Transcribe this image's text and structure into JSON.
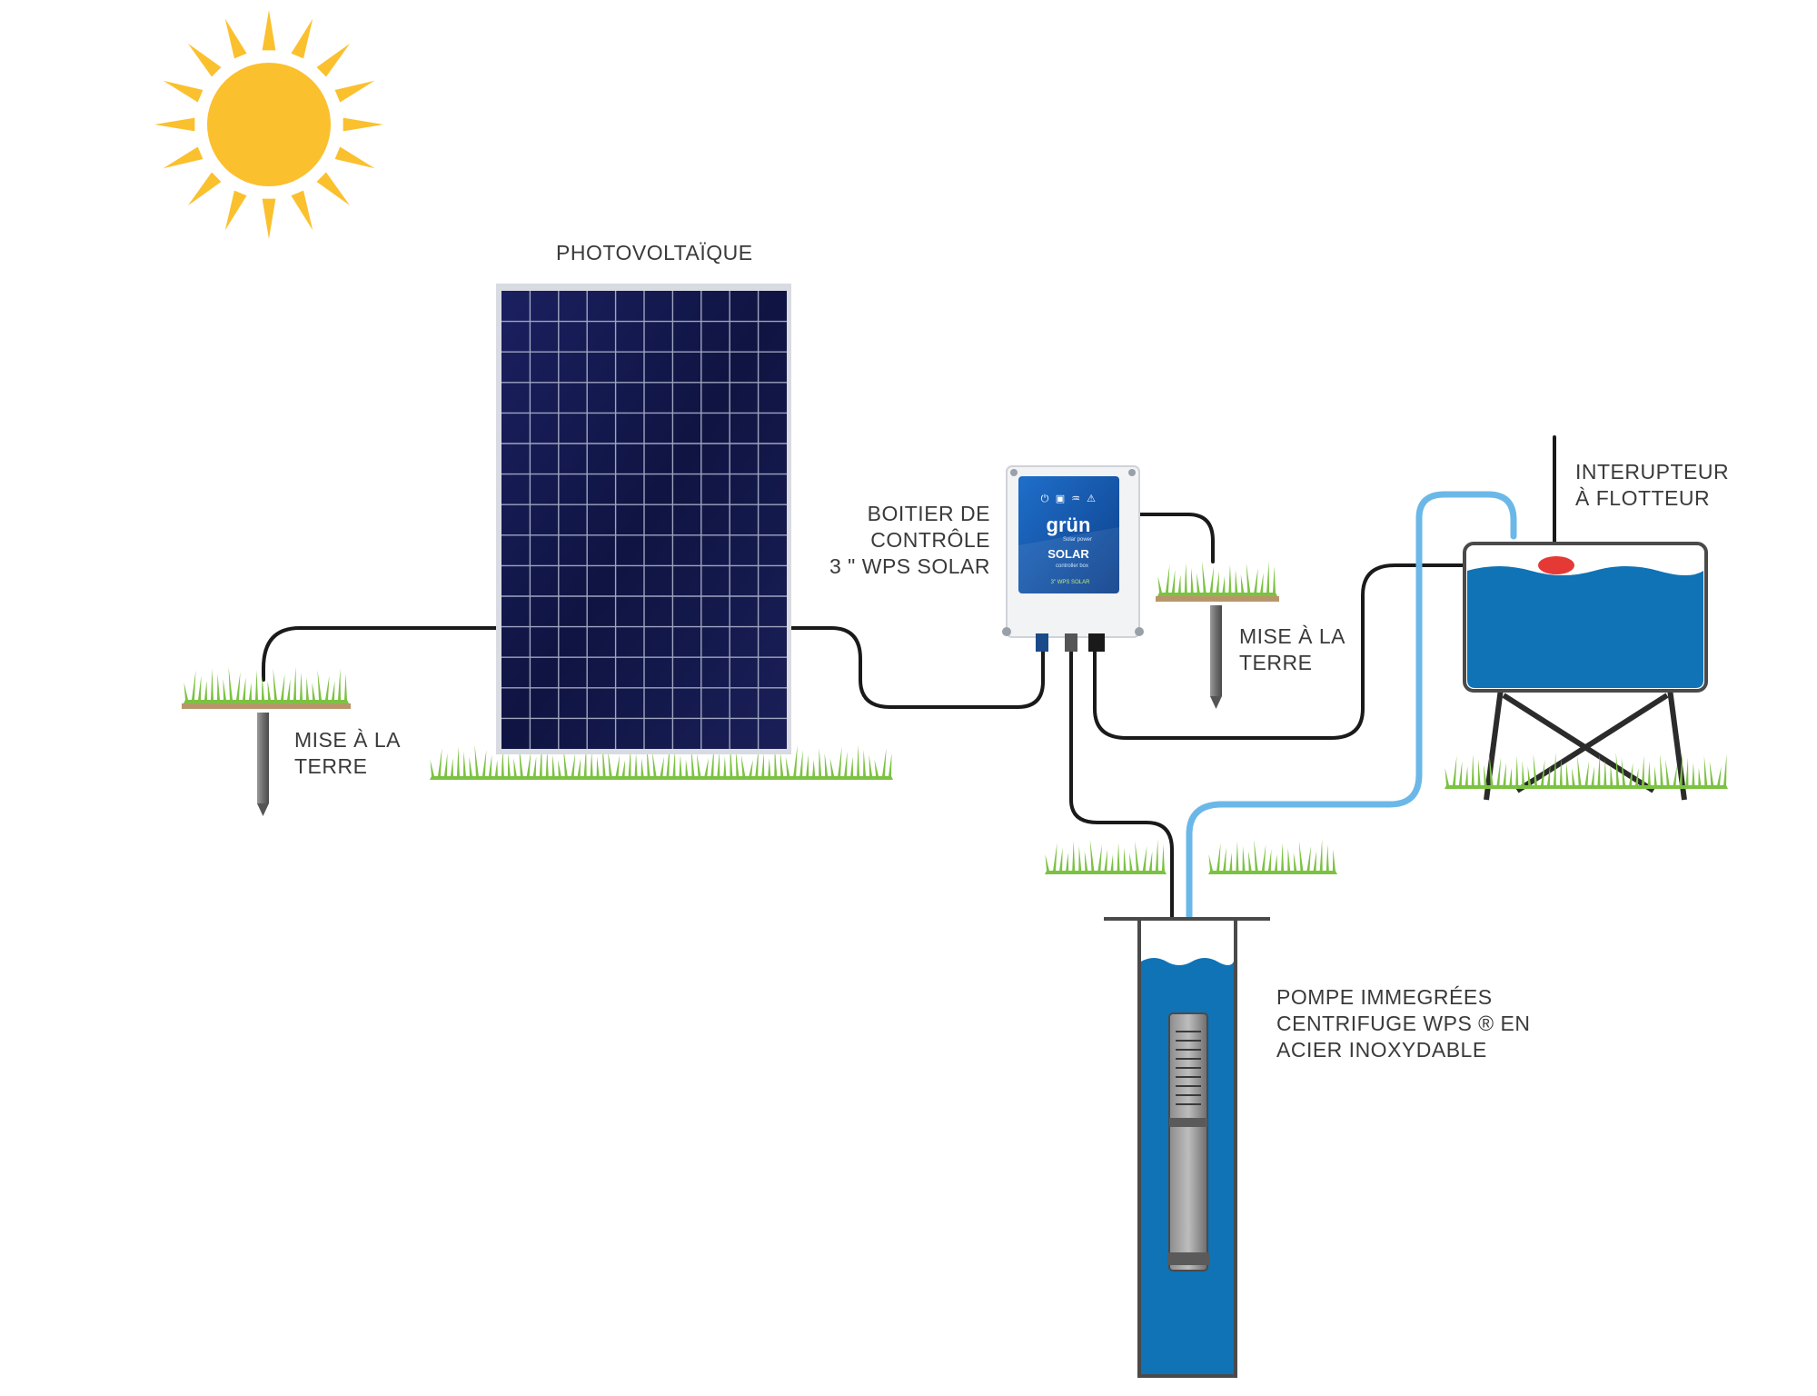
{
  "colors": {
    "sun": "#fbc02d",
    "sun_shade": "#f0a32a",
    "panel": "#14184a",
    "panel_grid": "#b7bdd4",
    "grass": "#7cc242",
    "soil": "#b9966a",
    "cable": "#1a1a1a",
    "pipe": "#6bb8e8",
    "water": "#0f73b6",
    "controller_face": "#1a5fb4",
    "float_switch": "#e53935"
  },
  "icons": {
    "sun": "sun-icon",
    "controller_power": "power-icon",
    "controller_battery": "battery-icon",
    "controller_pump": "pump-icon",
    "controller_warning": "warning-icon"
  },
  "labels": {
    "panel": [
      "PHOTOVOLTAÏQUE"
    ],
    "controller": [
      "BOITIER DE",
      "CONTRÔLE",
      "3 \" WPS SOLAR"
    ],
    "ground_left": [
      "MISE À LA",
      "TERRE"
    ],
    "ground_right": [
      "MISE À LA",
      "TERRE"
    ],
    "float_switch": [
      "INTERUPTEUR",
      "À FLOTTEUR"
    ],
    "pump": [
      "POMPE IMMEGRÉES",
      "CENTRIFUGE WPS ® EN",
      "ACIER INOXYDABLE"
    ]
  },
  "controller_brand": {
    "logo": "grün",
    "tagline": "Solar power",
    "product": "SOLAR",
    "subtitle": "controller box",
    "badge": "3\" WPS SOLAR"
  }
}
